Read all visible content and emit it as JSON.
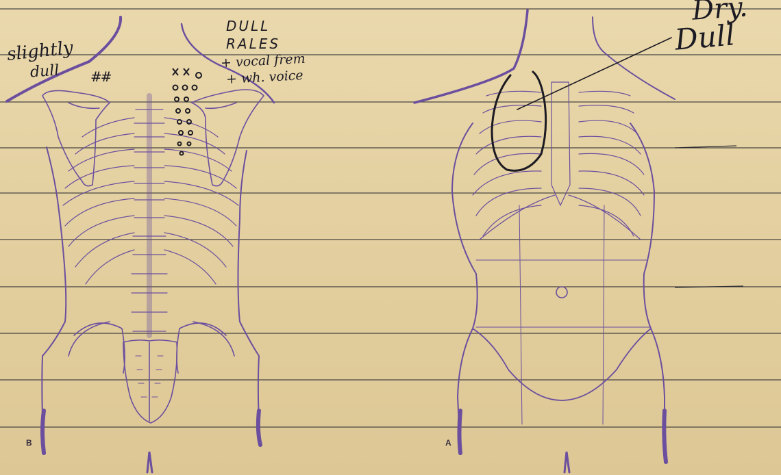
{
  "figures": {
    "back": {
      "label": "B"
    },
    "front": {
      "label": "A"
    }
  },
  "annotations": {
    "back_left": {
      "line1": "slightly",
      "line2": "dull",
      "mark": "##"
    },
    "back_right": {
      "line1": "DULL",
      "line2": "RALES",
      "line3": "+ vocal frem",
      "line4": "+ wh. voice"
    },
    "front": {
      "line1": "Dry.",
      "line2": "Dull"
    }
  },
  "colors": {
    "paper": "#e6d4a6",
    "ink_purple": "#6b4f9e",
    "ink_black": "#1c1a22",
    "rule_line": "#2d2d33"
  }
}
